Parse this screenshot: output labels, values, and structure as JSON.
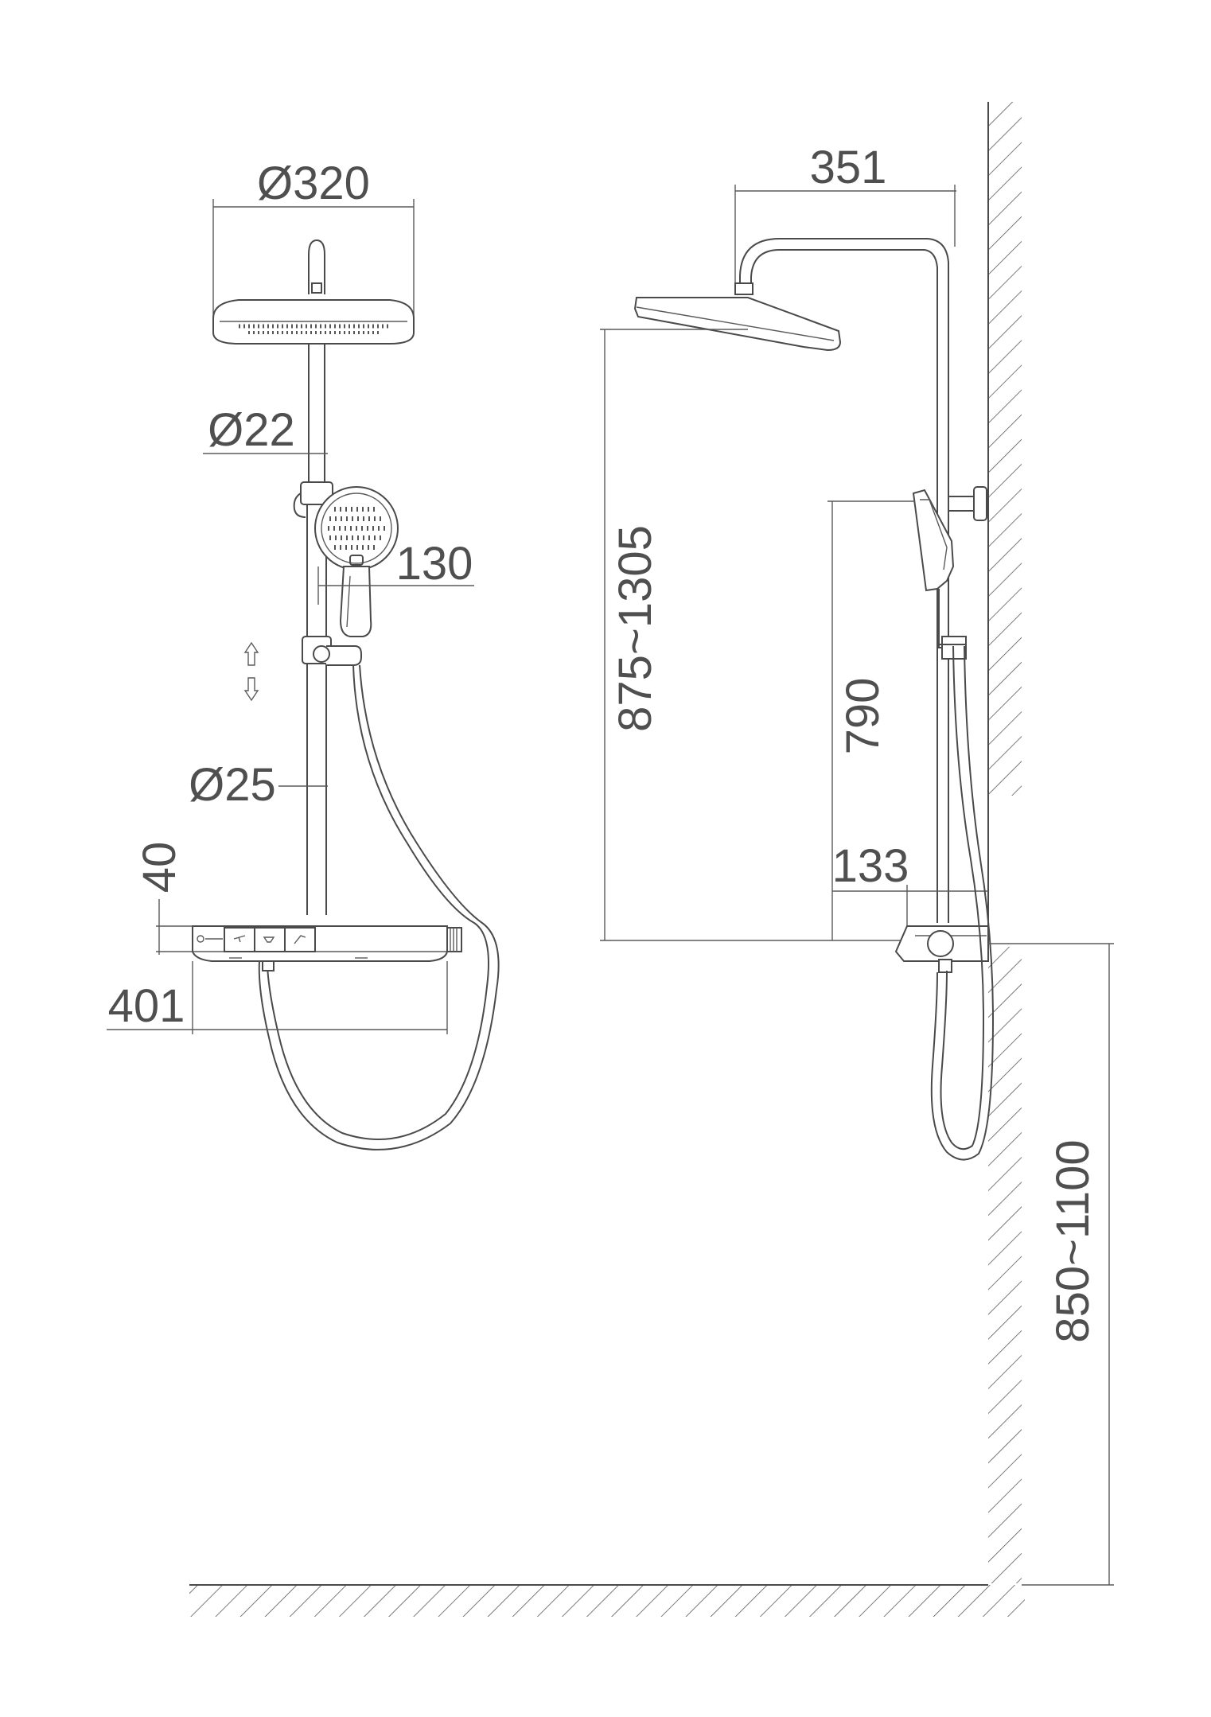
{
  "dimensions": {
    "head_diameter": "Ø320",
    "upper_pipe_diameter": "Ø22",
    "handshower_length": "130",
    "lower_pipe_diameter": "Ø25",
    "shelf_height": "40",
    "shelf_width": "401",
    "arm_projection": "351",
    "riser_height_range": "875~1305",
    "handshower_height": "790",
    "shelf_depth": "133",
    "mounting_height_range": "850~1100"
  },
  "icons": {
    "adjust_arrows": "up-down-arrows-icon",
    "button_1": "overhead-shower-icon",
    "button_2": "handshower-icon",
    "button_3": "spout-icon"
  },
  "colors": {
    "line": "#4a4a4a",
    "text": "#4f4f4f",
    "background": "#ffffff"
  }
}
